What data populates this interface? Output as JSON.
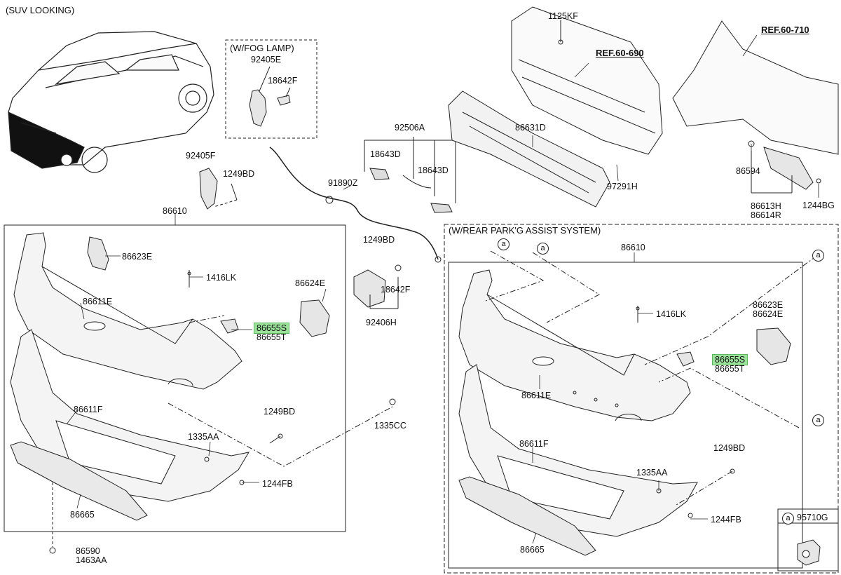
{
  "headers": {
    "suv": "(SUV LOOKING)",
    "fog": "(W/FOG LAMP)",
    "park": "(W/REAR PARK'G ASSIST SYSTEM)"
  },
  "refs": {
    "r690": "REF.60-690",
    "r710": "REF.60-710"
  },
  "callout": "a",
  "legend_part": "95710G",
  "parts": {
    "p1125KF": "1125KF",
    "p92405E": "92405E",
    "p18642F_a": "18642F",
    "p92405F": "92405F",
    "p1249BD_a": "1249BD",
    "p86610_a": "86610",
    "p92506A": "92506A",
    "p18643D_a": "18643D",
    "p18643D_b": "18643D",
    "p91890Z": "91890Z",
    "p86631D": "86631D",
    "p97291H": "97291H",
    "p86594": "86594",
    "p86613H": "86613H",
    "p86614R": "86614R",
    "p1244BG": "1244BG",
    "p86623E_a": "86623E",
    "p1416LK_a": "1416LK",
    "p86624E_a": "86624E",
    "p86611E_a": "86611E",
    "p86655S_a": "86655S",
    "p86655T_a": "86655T",
    "p1249BD_b": "1249BD",
    "p18642F_b": "18642F",
    "p92406H": "92406H",
    "p86611F_a": "86611F",
    "p1249BD_c": "1249BD",
    "p1335CC": "1335CC",
    "p1335AA_a": "1335AA",
    "p1244FB_a": "1244FB",
    "p86665_a": "86665",
    "p86590": "86590",
    "p1463AA": "1463AA",
    "p86610_b": "86610",
    "p1416LK_b": "1416LK",
    "p86623E_b": "86623E",
    "p86624E_b": "86624E",
    "p86655S_b": "86655S",
    "p86655T_b": "86655T",
    "p86611E_b": "86611E",
    "p86611F_b": "86611F",
    "p1249BD_d": "1249BD",
    "p1335AA_b": "1335AA",
    "p1244FB_b": "1244FB",
    "p86665_b": "86665"
  },
  "colors": {
    "highlight": "#9be39b",
    "line": "#222222",
    "part_fill": "#f2f2f2"
  }
}
